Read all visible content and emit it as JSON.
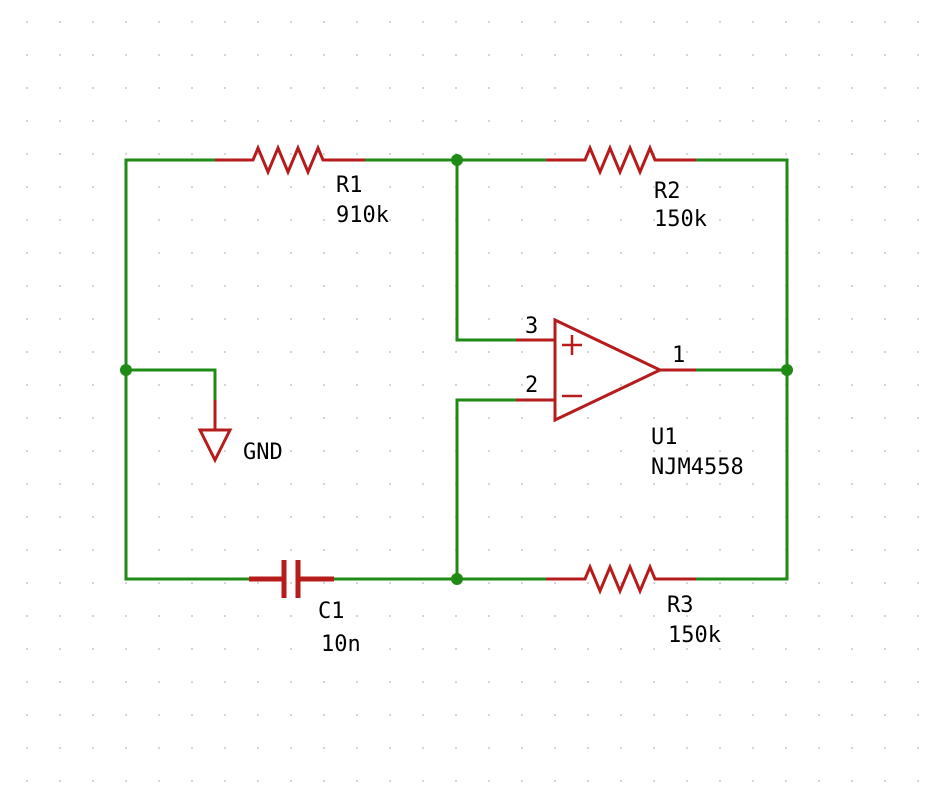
{
  "colors": {
    "wire": "#1f8a16",
    "component": "#b71c1c",
    "junction": "#1f8a16",
    "text": "#000000",
    "grid_dot": "#c8c8c8",
    "background": "#ffffff"
  },
  "components": {
    "r1": {
      "ref": "R1",
      "value": "910k"
    },
    "r2": {
      "ref": "R2",
      "value": "150k"
    },
    "r3": {
      "ref": "R3",
      "value": "150k"
    },
    "c1": {
      "ref": "C1",
      "value": "10n"
    },
    "u1": {
      "ref": "U1",
      "value": "NJM4558",
      "pin_noninv": "3",
      "pin_inv": "2",
      "pin_out": "1"
    },
    "gnd": {
      "label": "GND"
    }
  }
}
